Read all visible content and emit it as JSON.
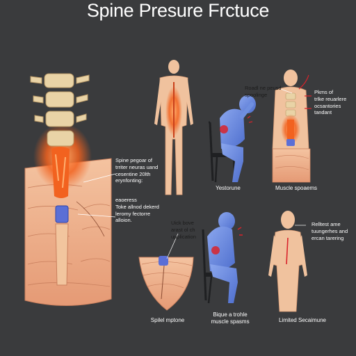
{
  "title": "Spine Presure Frctuce",
  "labels": {
    "spine_main": "Spine pegoar of\ntrriter neuras uand\ncesentine 20lth\nerynfonting:",
    "spine_lower": "eaoeress\nToke allnod dekerd\nleromy fectorre\nalloion.",
    "top_right_pointer": "Roadl ne peusd\nspoolinge",
    "top_right_side": "Pkms of\ntrlke reuarlere\nocsantories\ntandant",
    "mid_center": "Uick bove\narast ol ch\nupplication",
    "mid_right": "Relltest ame\ntuungerhes and\nercan tarering"
  },
  "captions": {
    "seated_top": "Yestorune",
    "spasm_top": "Muscle spoaems",
    "section": "Spilel mptone",
    "seated_bottom": "Bique a trohle\nmuscle spasms",
    "standing": "Limited Secaimune"
  },
  "colors": {
    "background": "#3a3b3d",
    "vertebra": "#e9d3a6",
    "inflammation": "#f2621f",
    "disc": "#5b6fd6",
    "tissue": "#f0b18c",
    "skin": "#f0c29e",
    "figure_blue": "#6f8fe0",
    "pain_marker": "#d9232b"
  }
}
